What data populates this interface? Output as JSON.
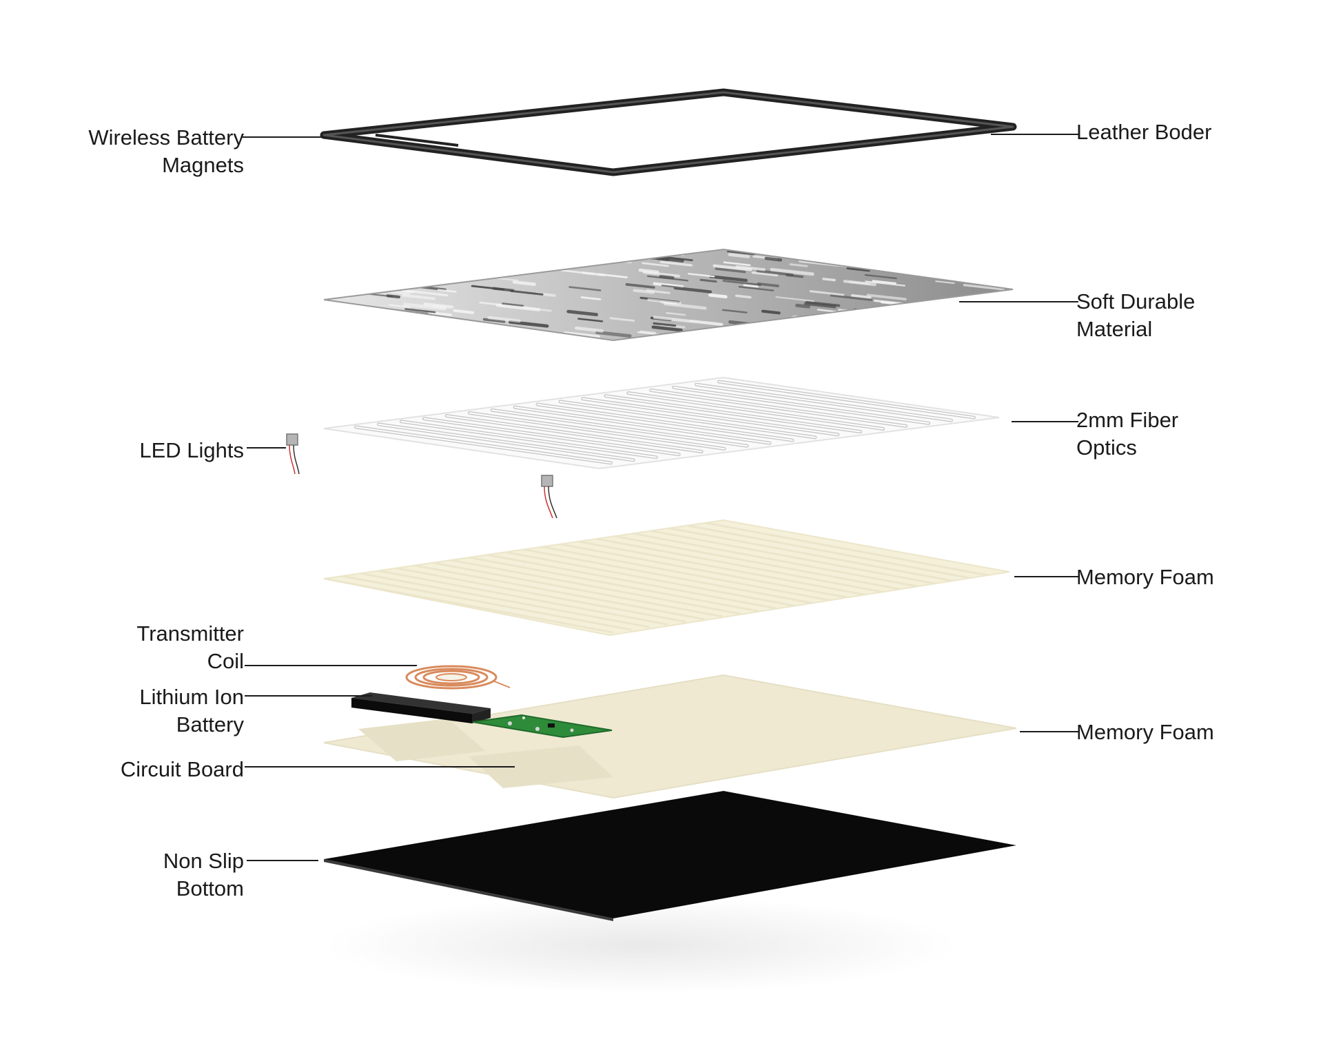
{
  "colors": {
    "border": "#2a2a2a",
    "material_light": "#dcdcdc",
    "material_dark": "#4a4a4a",
    "fiber": "#c9c9c9",
    "foam": "#f3efd9",
    "foam_lower": "#eee8cf",
    "copper_coil": "#d98a5c",
    "battery": "#111111",
    "circuit_board": "#2e8b3a",
    "bottom": "#0a0a0a",
    "shadow": "#eeeeee"
  },
  "labels": {
    "wireless_battery_magnets": {
      "line1": "Wireless Battery",
      "line2": "Magnets"
    },
    "leather_border": {
      "line1": "Leather Boder"
    },
    "soft_durable_material": {
      "line1": "Soft Durable",
      "line2": "Material"
    },
    "led_lights": {
      "line1": "LED Lights"
    },
    "fiber_optics": {
      "line1": "2mm Fiber",
      "line2": "Optics"
    },
    "memory_foam_upper": {
      "line1": "Memory Foam"
    },
    "transmitter_coil": {
      "line1": "Transmitter",
      "line2": "Coil"
    },
    "lithium_ion_battery": {
      "line1": "Lithium Ion",
      "line2": "Battery"
    },
    "memory_foam_lower": {
      "line1": "Memory Foam"
    },
    "circuit_board": {
      "line1": "Circuit Board"
    },
    "non_slip_bottom": {
      "line1": "Non Slip",
      "line2": "Bottom"
    }
  }
}
